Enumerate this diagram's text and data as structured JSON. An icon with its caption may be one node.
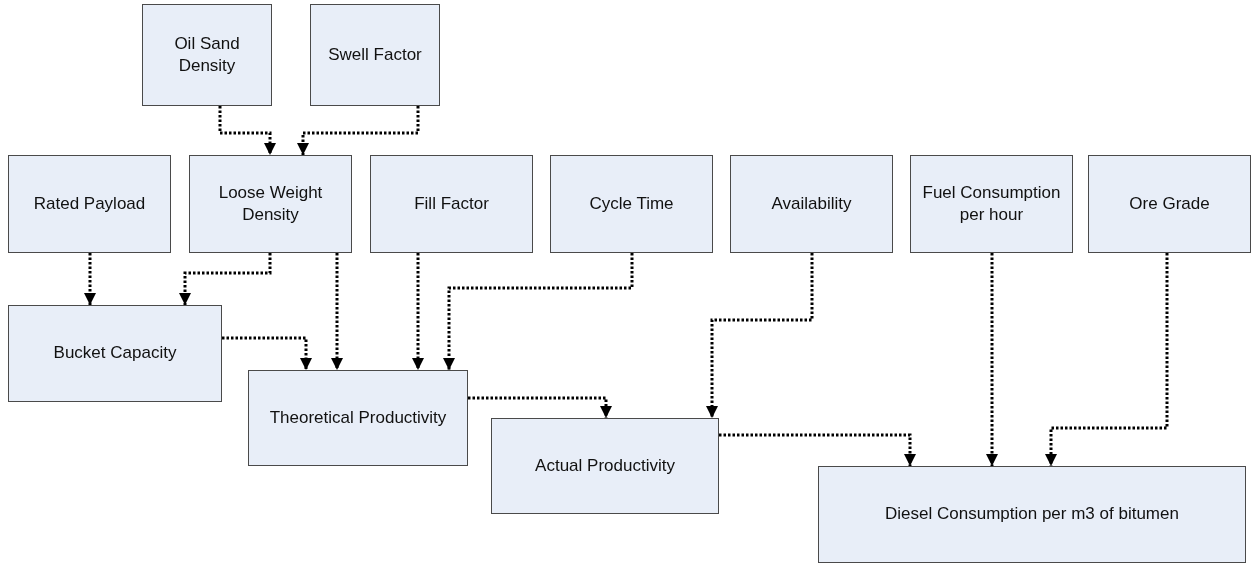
{
  "diagram": {
    "nodes": [
      {
        "text": [
          "Oil Sand Density"
        ]
      },
      {
        "text": [
          "Swell Factor"
        ]
      },
      {
        "text": [
          "Rated Payload"
        ]
      },
      {
        "text": [
          "Loose Weight Density"
        ]
      },
      {
        "text": [
          "Fill Factor"
        ]
      },
      {
        "text": [
          "Cycle Time"
        ]
      },
      {
        "text": [
          "Availability"
        ]
      },
      {
        "text": [
          "Fuel Consumption per hour"
        ]
      },
      {
        "text": [
          "Ore Grade"
        ]
      },
      {
        "text": [
          "Bucket Capacity"
        ]
      },
      {
        "text": [
          "Theoretical Productivity"
        ]
      },
      {
        "text": [
          "Actual Productivity"
        ]
      },
      {
        "text": [
          "Diesel Consumption per m3 of bitumen"
        ]
      }
    ],
    "edges": [
      {
        "from": 0,
        "to": 3,
        "arrow": "to"
      },
      {
        "from": 1,
        "to": 3,
        "arrow": "to"
      },
      {
        "from": 2,
        "to": 9,
        "arrow": "to"
      },
      {
        "from": 3,
        "to": 9,
        "arrow": "to"
      },
      {
        "from": 3,
        "to": 10,
        "arrow": "to"
      },
      {
        "from": 9,
        "to": 10,
        "arrow": "to"
      },
      {
        "from": 4,
        "to": 10,
        "arrow": "to"
      },
      {
        "from": 5,
        "to": 10,
        "arrow": "to"
      },
      {
        "from": 10,
        "to": 11,
        "arrow": "to"
      },
      {
        "from": 6,
        "to": 11,
        "arrow": "to"
      },
      {
        "from": 11,
        "to": 12,
        "arrow": "to"
      },
      {
        "from": 7,
        "to": 12,
        "arrow": "to"
      },
      {
        "from": 8,
        "to": 12,
        "arrow": "to"
      }
    ]
  }
}
